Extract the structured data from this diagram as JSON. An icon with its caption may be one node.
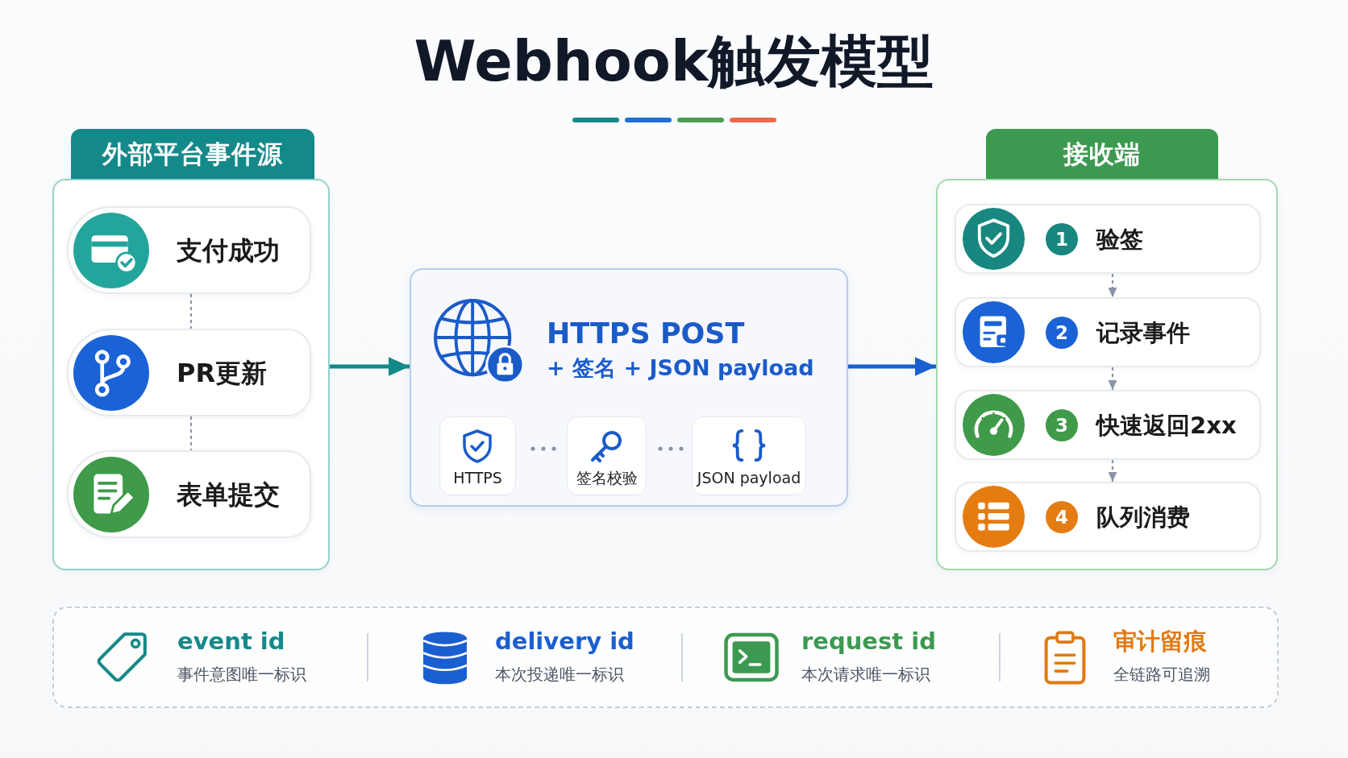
{
  "diagram": {
    "title": "Webhook触发模型",
    "nodes": [
      {
        "text": [
          "外部平台事件源"
        ]
      },
      {
        "text": [
          "支付成功"
        ],
        "in": 0
      },
      {
        "text": [
          "PR更新"
        ],
        "in": 0
      },
      {
        "text": [
          "表单提交"
        ],
        "in": 0
      },
      {
        "text": [
          "HTTPS POST",
          "+ 签名 + JSON payload"
        ]
      },
      {
        "text": [
          "HTTPS"
        ],
        "in": 4
      },
      {
        "text": [
          "签名校验"
        ],
        "in": 4
      },
      {
        "text": [
          "JSON payload"
        ],
        "in": 4
      },
      {
        "text": [
          "接收端"
        ]
      },
      {
        "text": [
          "1",
          "验签"
        ],
        "in": 8
      },
      {
        "text": [
          "2",
          "记录事件"
        ],
        "in": 8
      },
      {
        "text": [
          "3",
          "快速返回2xx"
        ],
        "in": 8
      },
      {
        "text": [
          "4",
          "队列消费"
        ],
        "in": 8
      },
      {
        "text": [
          "event id",
          "事件意图唯一标识",
          "delivery id",
          "本次投递唯一标识",
          "request id",
          "本次请求唯一标识",
          "审计留痕",
          "全链路可追溯"
        ]
      }
    ],
    "edges": [
      {
        "from": 1,
        "to": 2,
        "arrow": "none",
        "style": "dashed"
      },
      {
        "from": 2,
        "to": 3,
        "arrow": "none",
        "style": "dashed"
      },
      {
        "from": 0,
        "to": 4,
        "arrow": "to",
        "style": "thick",
        "color": "#13898a"
      },
      {
        "from": 4,
        "to": 8,
        "arrow": "to",
        "style": "thick",
        "color": "#1a5fd0"
      },
      {
        "from": 9,
        "to": 10,
        "arrow": "to",
        "style": "dashed"
      },
      {
        "from": 10,
        "to": 11,
        "arrow": "to",
        "style": "dashed"
      },
      {
        "from": 11,
        "to": 12,
        "arrow": "to",
        "style": "dashed"
      }
    ]
  }
}
